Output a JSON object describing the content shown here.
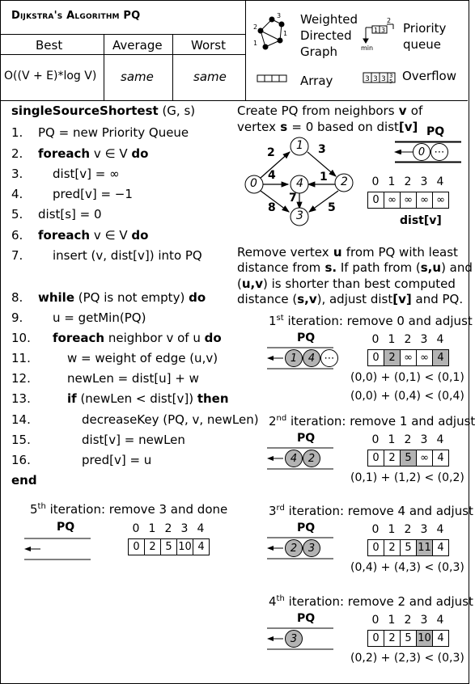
{
  "header": {
    "title": "Dijkstra's Algorithm PQ",
    "col_best": "Best",
    "col_average": "Average",
    "col_worst": "Worst",
    "val_best": "O((V + E)*log V)",
    "val_average": "same",
    "val_worst": "same"
  },
  "legend": {
    "graph_label_1": "Weighted",
    "graph_label_2": "Directed",
    "graph_label_3": "Graph",
    "pq_label_1": "Priority",
    "pq_label_2": "queue",
    "pq_min": "min",
    "array_label": "Array",
    "overflow_label": "Overflow"
  },
  "code": {
    "signature_name": "singleSourceShortest",
    "signature_args": " (G, s)",
    "lines": [
      {
        "num": "1.",
        "text": "PQ = new Priority Queue"
      },
      {
        "num": "2.",
        "kw": "foreach",
        "text": " v ∈ V ",
        "kw2": "do"
      },
      {
        "num": "3.",
        "text": "dist[v] = ∞"
      },
      {
        "num": "4.",
        "text": "pred[v] = −1"
      },
      {
        "num": "5.",
        "text": "dist[s] = 0"
      },
      {
        "num": "6.",
        "kw": "foreach",
        "text": " v ∈ V ",
        "kw2": "do"
      },
      {
        "num": "7.",
        "text": "insert (v, dist[v]) into PQ"
      },
      {
        "num": "8.",
        "kw": "while",
        "text": " (PQ is not empty) ",
        "kw2": "do"
      },
      {
        "num": "9.",
        "text": "u = getMin(PQ)"
      },
      {
        "num": "10.",
        "kw": "foreach",
        "text": " neighbor v of u ",
        "kw2": "do"
      },
      {
        "num": "11.",
        "text": "w = weight of edge (u,v)"
      },
      {
        "num": "12.",
        "text": "newLen = dist[u] + w"
      },
      {
        "num": "13.",
        "kw": "if",
        "text": " (newLen < dist[v]) ",
        "kw2": "then"
      },
      {
        "num": "14.",
        "text": "decreaseKey (PQ, v, newLen)"
      },
      {
        "num": "15.",
        "text": "dist[v] = newLen"
      },
      {
        "num": "16.",
        "text": "pred[v] = u"
      }
    ],
    "end": "end"
  },
  "intro": {
    "line1": "Create PQ from neighbors v of",
    "line2": "vertex s = 0 based on dist[v]",
    "pq_label": "PQ",
    "dist_label": "dist[v]",
    "indices": [
      "0",
      "1",
      "2",
      "3",
      "4"
    ],
    "dist": [
      "0",
      "∞",
      "∞",
      "∞",
      "∞"
    ],
    "pq_items": [
      "0",
      "⋯"
    ]
  },
  "graph": {
    "nodes": [
      "0",
      "1",
      "2",
      "3",
      "4"
    ],
    "edge_weights": [
      "2",
      "3",
      "4",
      "1",
      "7",
      "8",
      "5"
    ]
  },
  "desc": {
    "line1": "Remove vertex u from PQ with least",
    "line2": "distance from s. If path from (s,u) and",
    "line3": "(u,v) is shorter than best computed",
    "line4": "distance (s,v), adjust dist[v] and PQ."
  },
  "iterations": [
    {
      "ord": "1",
      "sup": "st",
      "title": " iteration: remove 0 and adjust",
      "pq_label": "PQ",
      "pq": [
        "1",
        "4",
        "⋯"
      ],
      "dist": [
        "0",
        "2",
        "∞",
        "∞",
        "4"
      ],
      "highlight": [
        1,
        4
      ],
      "notes": [
        "(0,0) + (0,1) < (0,1)",
        "(0,0) + (0,4) < (0,4)"
      ]
    },
    {
      "ord": "2",
      "sup": "nd",
      "title": " iteration: remove 1 and adjust",
      "pq_label": "PQ",
      "pq": [
        "4",
        "2"
      ],
      "dist": [
        "0",
        "2",
        "5",
        "∞",
        "4"
      ],
      "highlight": [
        2
      ],
      "notes": [
        "(0,1) + (1,2) < (0,2)"
      ]
    },
    {
      "ord": "3",
      "sup": "rd",
      "title": " iteration: remove 4 and adjust",
      "pq_label": "PQ",
      "pq": [
        "2",
        "3"
      ],
      "dist": [
        "0",
        "2",
        "5",
        "11",
        "4"
      ],
      "highlight": [
        3
      ],
      "notes": [
        "(0,4) + (4,3) < (0,3)"
      ]
    },
    {
      "ord": "4",
      "sup": "th",
      "title": " iteration: remove 2 and adjust",
      "pq_label": "PQ",
      "pq": [
        "3"
      ],
      "dist": [
        "0",
        "2",
        "5",
        "10",
        "4"
      ],
      "highlight": [
        3
      ],
      "notes": [
        "(0,2) + (2,3) < (0,3)"
      ]
    }
  ],
  "final": {
    "ord": "5",
    "sup": "th",
    "title": " iteration: remove 3 and done",
    "pq_label": "PQ",
    "dist": [
      "0",
      "2",
      "5",
      "10",
      "4"
    ]
  }
}
